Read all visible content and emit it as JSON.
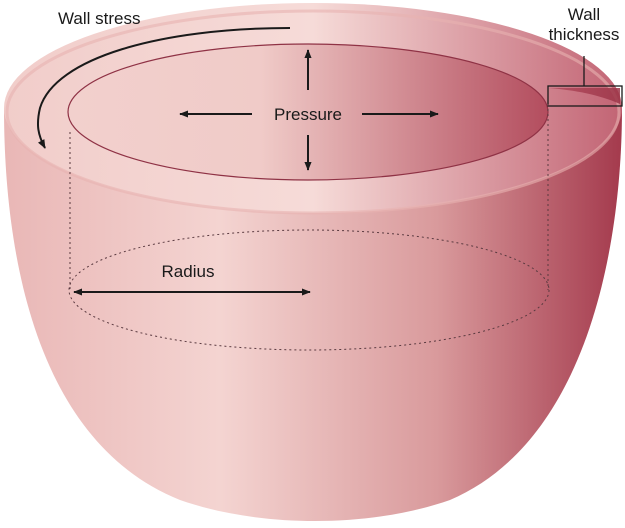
{
  "labels": {
    "wall_stress": "Wall stress",
    "wall_thickness_line1": "Wall",
    "wall_thickness_line2": "thickness",
    "pressure": "Pressure",
    "radius": "Radius"
  },
  "colors": {
    "background": "#ffffff",
    "outer_light": "#f3d2cf",
    "outer_mid": "#d99a9b",
    "outer_dark": "#a63c4e",
    "inner_light": "#ecc4c2",
    "inner_dark": "#b04a5a",
    "rim_light": "#f4d6d3",
    "rim_dark": "#b9566a",
    "ink": "#1a1a1a"
  }
}
